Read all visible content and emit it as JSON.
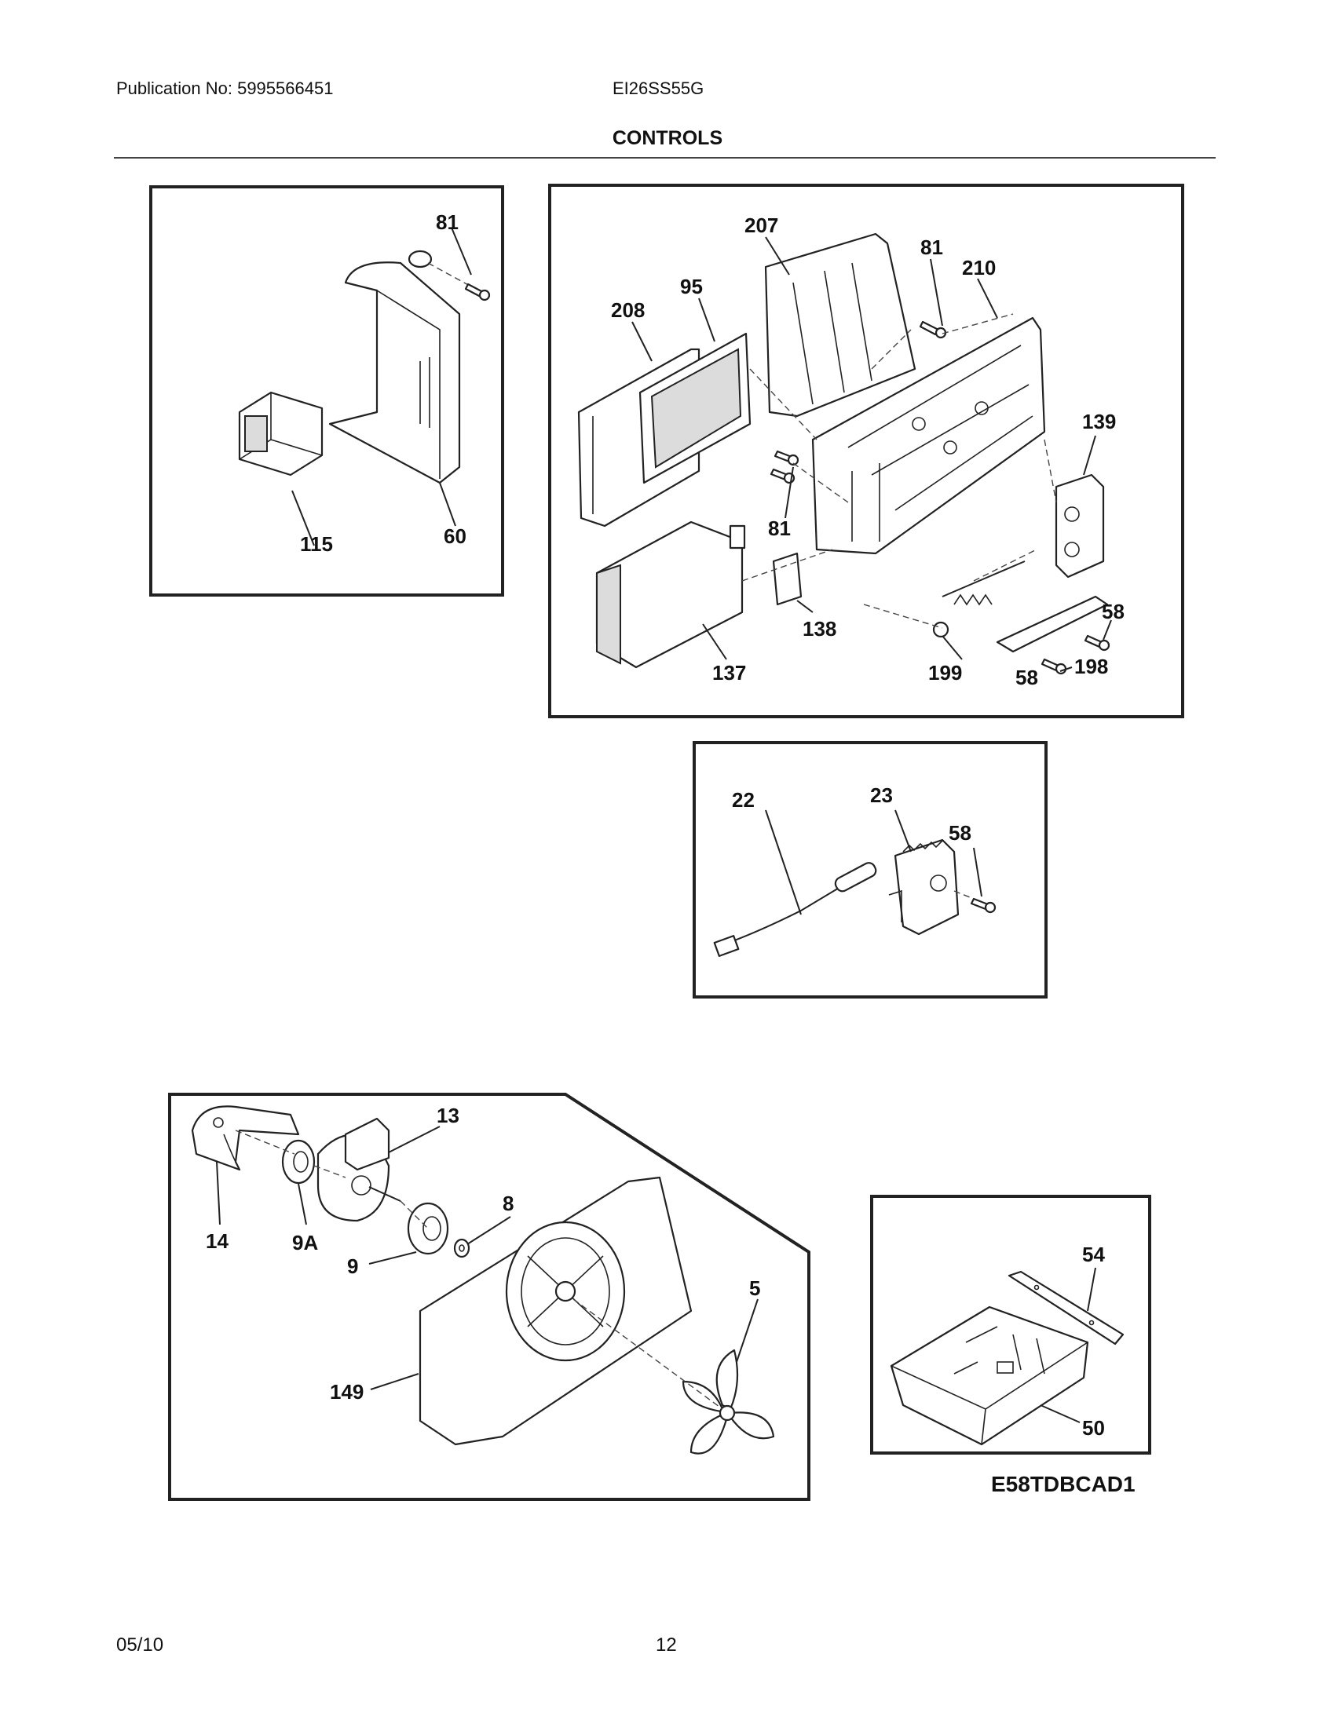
{
  "header": {
    "publication": "Publication No: 5995566451",
    "model": "EI26SS55G",
    "title": "CONTROLS"
  },
  "footer": {
    "date": "05/10",
    "page": "12"
  },
  "diagram_code": "E58TDBCAD1",
  "callouts": {
    "panel_a": [
      "81",
      "115",
      "60"
    ],
    "panel_b": [
      "207",
      "81",
      "210",
      "95",
      "208",
      "139",
      "81",
      "138",
      "137",
      "199",
      "58",
      "198",
      "58"
    ],
    "panel_c": [
      "22",
      "23",
      "58"
    ],
    "panel_d": [
      "13",
      "8",
      "14",
      "9A",
      "9",
      "5",
      "149"
    ],
    "panel_e": [
      "54",
      "50"
    ]
  }
}
